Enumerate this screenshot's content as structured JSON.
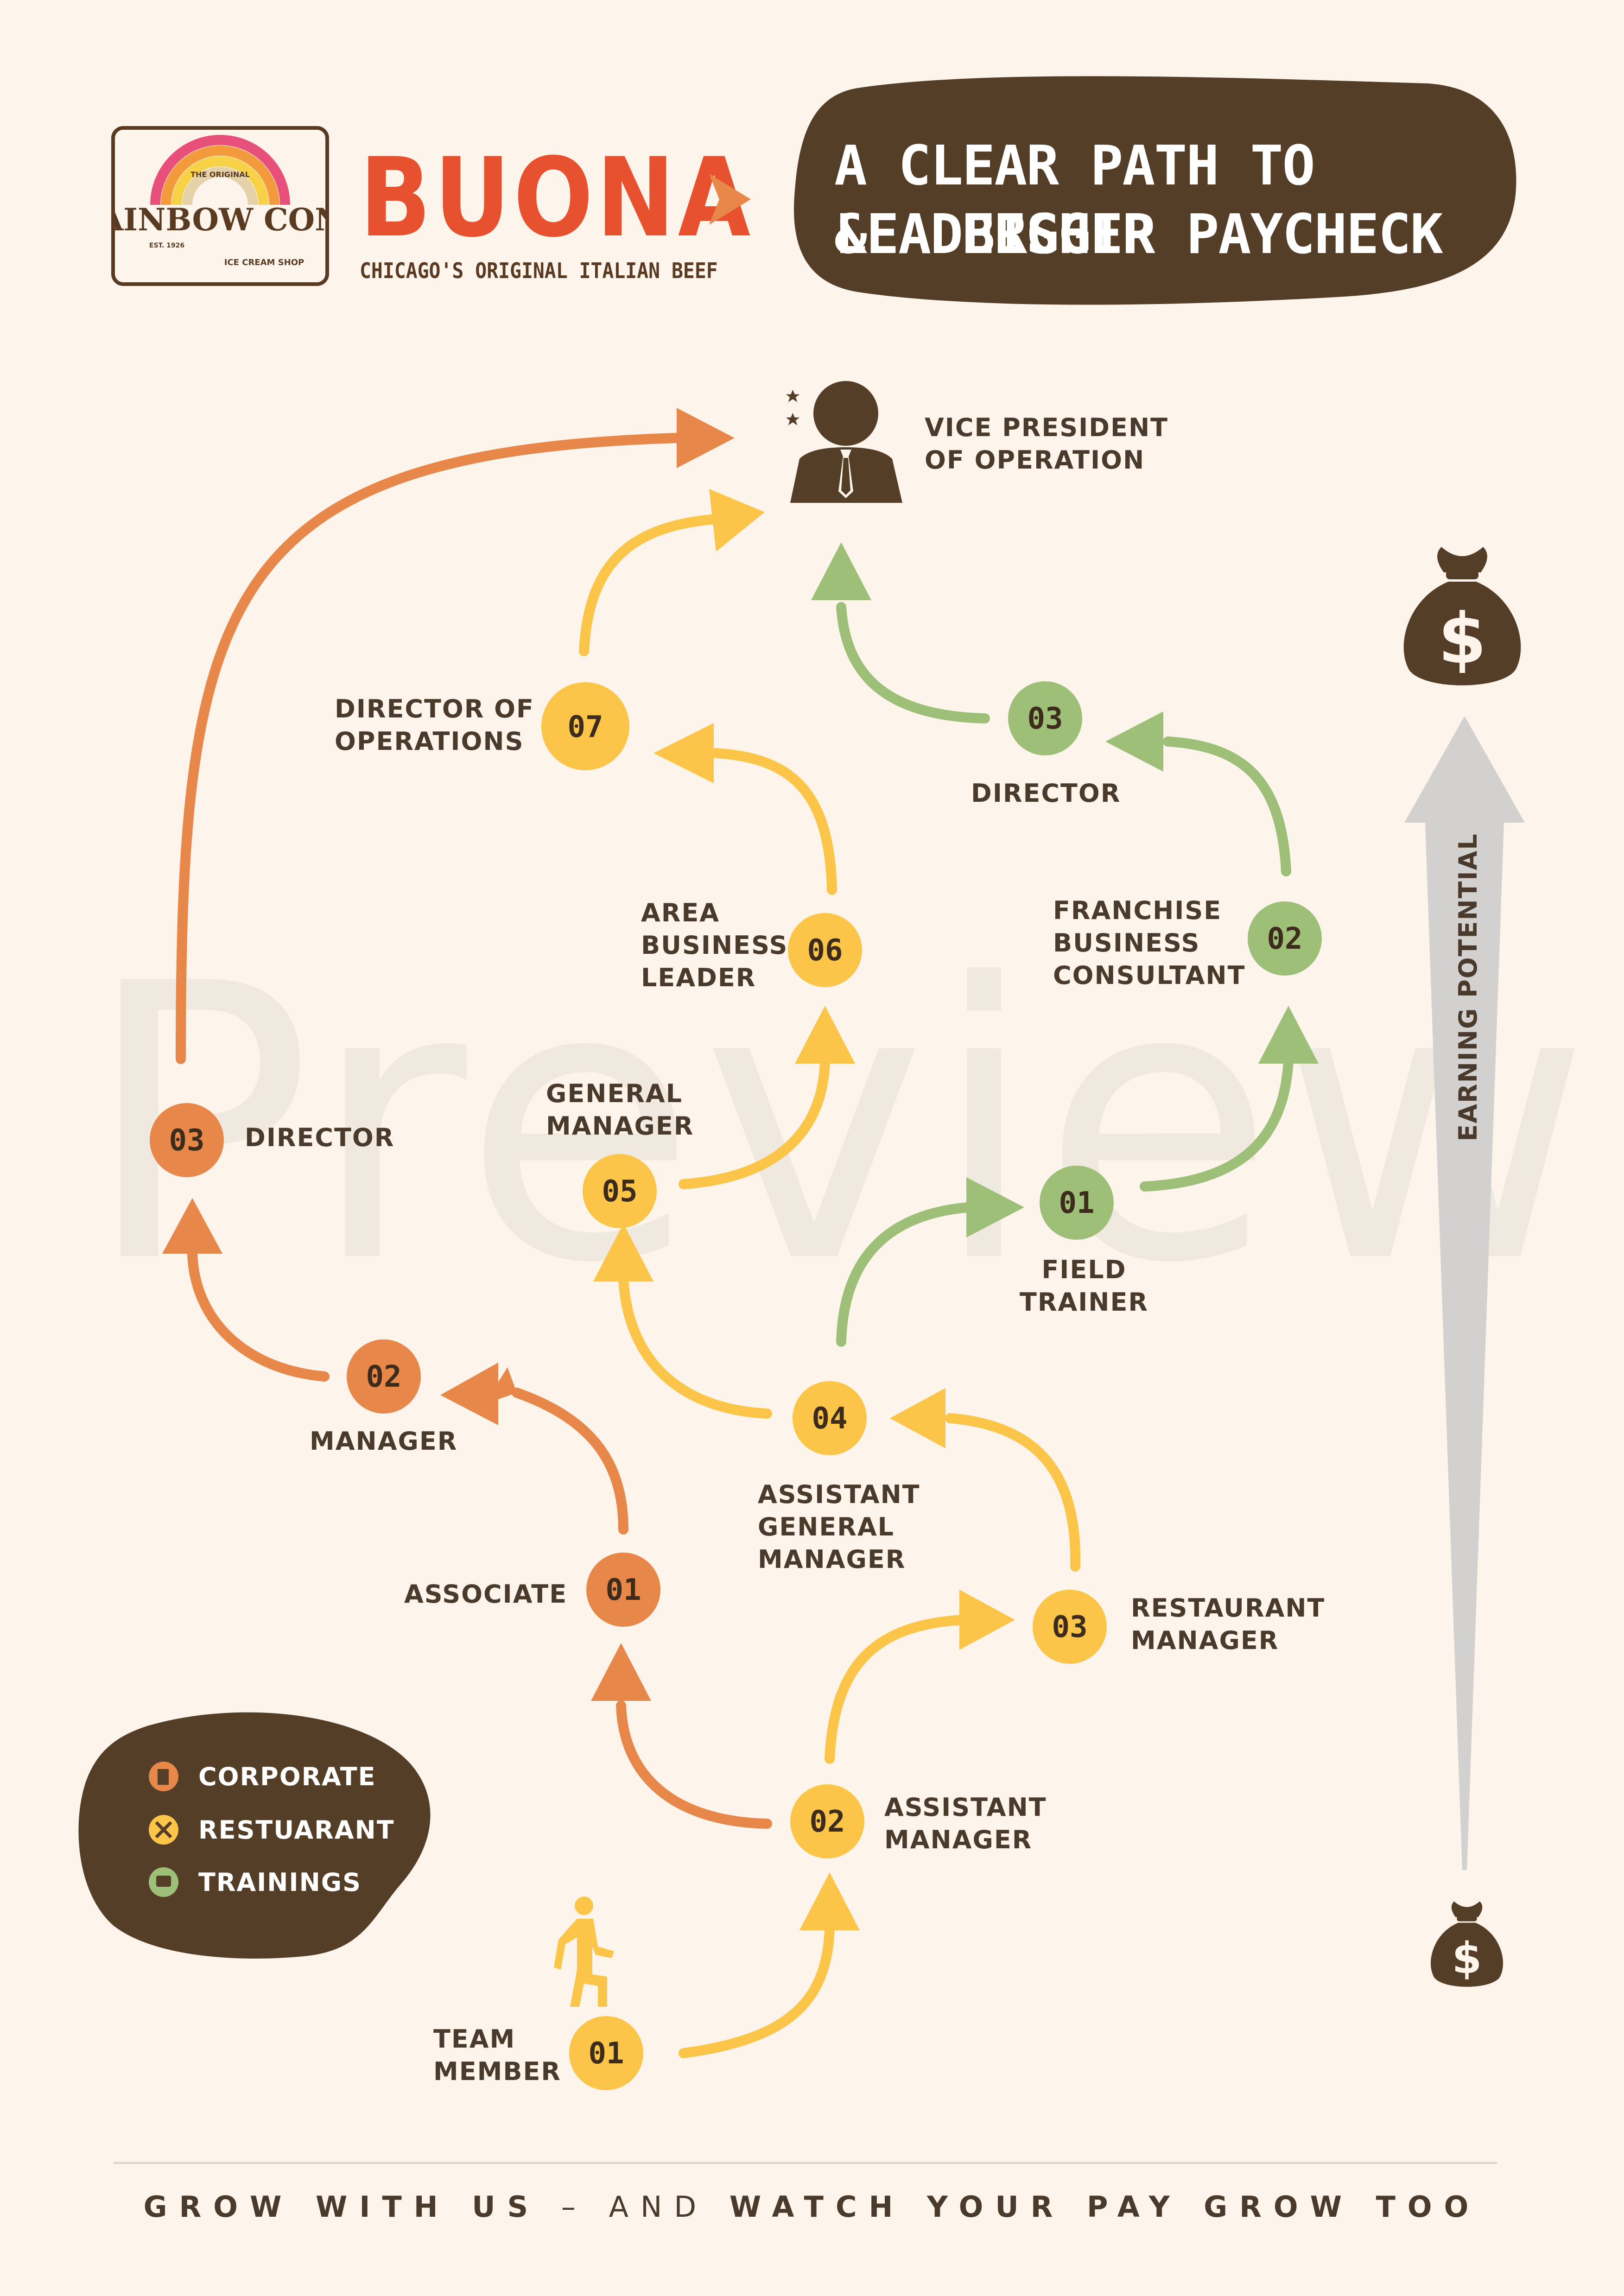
{
  "header": {
    "logo_rainbow": {
      "top": "THE ORIGINAL",
      "name": "RAINBOW CONE",
      "est": "EST. 1926",
      "sub": "ICE CREAM SHOP"
    },
    "logo_buona": {
      "name": "BUONA",
      "tagline": "CHICAGO'S ORIGINAL ITALIAN BEEF"
    },
    "title_line1": "A CLEAR PATH TO LEADERSHIP",
    "title_line2": "& A BIGGER PAYCHECK"
  },
  "top_role": "VICE PRESIDENT\nOF OPERATION",
  "nodes": {
    "corp_01": {
      "num": "01",
      "label": "ASSOCIATE"
    },
    "corp_02": {
      "num": "02",
      "label": "MANAGER"
    },
    "corp_03": {
      "num": "03",
      "label": "DIRECTOR"
    },
    "rest_01": {
      "num": "01",
      "label": "TEAM\nMEMBER"
    },
    "rest_02": {
      "num": "02",
      "label": "ASSISTANT\nMANAGER"
    },
    "rest_03": {
      "num": "03",
      "label": "RESTAURANT\nMANAGER"
    },
    "rest_04": {
      "num": "04",
      "label": "ASSISTANT\nGENERAL\nMANAGER"
    },
    "rest_05": {
      "num": "05",
      "label": "GENERAL\nMANAGER"
    },
    "rest_06": {
      "num": "06",
      "label": "AREA\nBUSINESS\nLEADER"
    },
    "rest_07": {
      "num": "07",
      "label": "DIRECTOR OF\nOPERATIONS"
    },
    "train_01": {
      "num": "01",
      "label": "FIELD\nTRAINER"
    },
    "train_02": {
      "num": "02",
      "label": "FRANCHISE\nBUSINESS\nCONSULTANT"
    },
    "train_03": {
      "num": "03",
      "label": "DIRECTOR"
    }
  },
  "earning_label": "EARNING POTENTIAL",
  "legend": {
    "corporate": "CORPORATE",
    "restaurant": "RESTUARANT",
    "trainings": "TRAININGS"
  },
  "watermark": "Preview",
  "footer": {
    "part1": "GROW WITH US",
    "dash": "–",
    "part2": "AND",
    "part3": "WATCH YOUR PAY GROW TOO"
  },
  "colors": {
    "corporate": "#e8874a",
    "restaurant": "#fbc54a",
    "trainings": "#9dbf78",
    "dark": "#553e28",
    "background": "#fdf5ec",
    "text": "#4a3a2c",
    "arrow_gray": "#d3d1cf"
  }
}
